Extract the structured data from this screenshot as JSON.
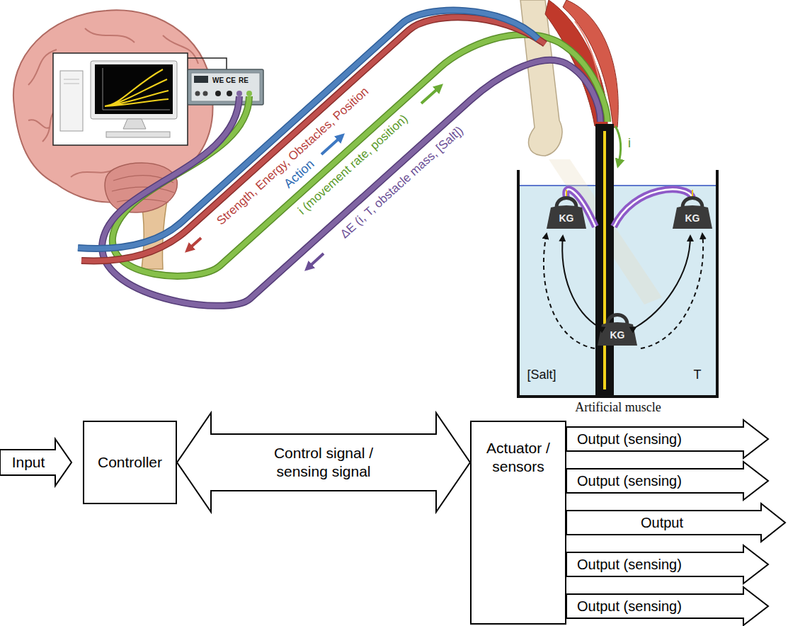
{
  "diagram": {
    "nodes": [
      {
        "text": [
          "Controller"
        ]
      },
      {
        "text": [
          "Actuator / sensors"
        ]
      }
    ],
    "edges": [
      {
        "from": 0,
        "to": 1,
        "label": "Control signal / sensing signal",
        "arrow": "both"
      }
    ],
    "labels": [
      "WE",
      "CE",
      "RE",
      "Action",
      "Strength, Energy, Obstacles, Position",
      "i (movement rate, position)",
      "ΔE (i, T, obstacle mass, [Salt])",
      "i",
      "KG",
      "KG",
      "KG",
      "[Salt]",
      "T",
      "Artificial muscle",
      "Input",
      "Output (sensing)",
      "Output (sensing)",
      "Output",
      "Output (sensing)",
      "Output (sensing)"
    ]
  }
}
